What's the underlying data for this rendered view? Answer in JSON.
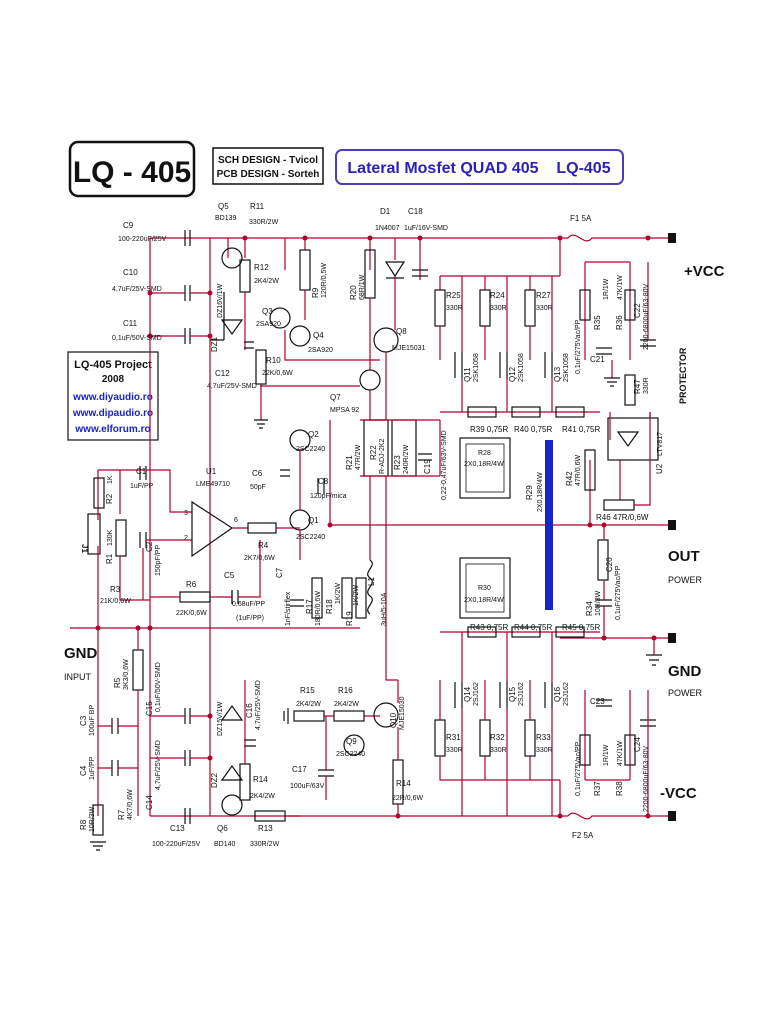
{
  "title_box": "LQ - 405",
  "credits": [
    "SCH DESIGN - Tvicol",
    "PCB DESIGN - Sorteh"
  ],
  "banner": "Lateral Mosfet QUAD 405    LQ-405",
  "project": {
    "line1": "LQ-405  Project",
    "line2": "2008",
    "links": [
      "www.diyaudio.ro",
      "www.dipaudio.ro",
      "www.elforum.ro"
    ]
  },
  "terminals": {
    "vcc_pos": "+VCC",
    "vcc_neg": "-VCC",
    "out": "OUT",
    "out_sub": "POWER",
    "gnd_power": "GND",
    "gnd_power_sub": "POWER",
    "gnd_input": "GND",
    "gnd_input_sub": "INPUT",
    "protector": "PROTECTOR",
    "input_connector": "J1"
  },
  "components": {
    "C9": [
      "C9",
      "100-220uF/25V"
    ],
    "C10": [
      "C10",
      "4,7uF/25V-SMD"
    ],
    "C11": [
      "C11",
      "0,1uF/50V-SMD"
    ],
    "Q5": [
      "Q5",
      "BD139"
    ],
    "R11": [
      "R11",
      "330R/2W"
    ],
    "R12": [
      "R12",
      "2K4/2W"
    ],
    "R9": [
      "R9",
      "120R/0,5W"
    ],
    "DZ1": "DZ1",
    "DZ16": "DZ16V/1W",
    "C12": [
      "C12",
      "4,7uF/25V-SMD"
    ],
    "Q3": [
      "Q3",
      "2SA920"
    ],
    "Q4": [
      "Q4",
      "2SA920"
    ],
    "R10": [
      "R10",
      "22K/0,6W"
    ],
    "D1": [
      "D1",
      "1N4007"
    ],
    "C18": [
      "C18",
      "1uF/16V-SMD"
    ],
    "R20": [
      "R20",
      "68R/1W"
    ],
    "Q8": [
      "Q8",
      "MJE15031"
    ],
    "Q7": [
      "Q7",
      "MPSA 92"
    ],
    "F1": "F1  5A",
    "F2": "F2  5A",
    "R25": [
      "R25",
      "330R"
    ],
    "R24": [
      "R24",
      "330R"
    ],
    "R27": [
      "R27",
      "330R"
    ],
    "Q11": [
      "Q11",
      "2SK1058"
    ],
    "Q12": [
      "Q12",
      "2SK1058"
    ],
    "Q13": [
      "Q13",
      "2SK1058"
    ],
    "R35": [
      "R35",
      "1R/1W"
    ],
    "R36": [
      "R36",
      "47K/1W"
    ],
    "C21": [
      "C21",
      "0,1uF/275Vac/PP"
    ],
    "C22": [
      "C22",
      "2200-6800uF/63-80V"
    ],
    "R47": [
      "R47",
      "330R"
    ],
    "U2": [
      "U2",
      "LTV817"
    ],
    "C1": [
      "C1",
      "1uF/PP"
    ],
    "R2": [
      "R2",
      "1K"
    ],
    "R1": [
      "R1",
      "130K"
    ],
    "C2": [
      "C2",
      "150pF/PP"
    ],
    "U1": [
      "U1",
      "LME49710"
    ],
    "R3": [
      "R3",
      "21K/0,6W"
    ],
    "R4": [
      "R4",
      "2K7/0,6W"
    ],
    "R6": [
      "R6",
      "22K/0,6W"
    ],
    "C5": [
      "C5",
      "0,68uF/PP",
      "(1uF/PP)"
    ],
    "C6": [
      "C6",
      "50pF"
    ],
    "C8": [
      "C8",
      "120pF/mica"
    ],
    "C7": [
      "C7",
      "1nF/stirflex"
    ],
    "Q2": [
      "Q2",
      "2SC2240"
    ],
    "Q1": [
      "Q1",
      "2SC2240"
    ],
    "R17": [
      "R17",
      "180R/0,6W"
    ],
    "R18": [
      "R18",
      "1K/2W"
    ],
    "R19": [
      "R19",
      "1K/2W"
    ],
    "R21": [
      "R21",
      "47R/2W"
    ],
    "R22": [
      "R22",
      "R-ADJ-2K2"
    ],
    "R23": [
      "R23",
      "240R/2W"
    ],
    "C19": [
      "C19",
      "0,22-0,47uF/63V-SMD"
    ],
    "L1": [
      "L1",
      "3uH/5-10A"
    ],
    "R39": "R39 0,75R",
    "R40": "R40 0,75R",
    "R41": "R41 0,75R",
    "R28": [
      "R28",
      "2X0,18R/4W"
    ],
    "R29": [
      "R29",
      "2X0,18R/4W"
    ],
    "R42": [
      "R42",
      "47R/0,6W"
    ],
    "R46": "R46 47R/0,6W",
    "C20": [
      "C20",
      "0,1uF/275Vac/PP"
    ],
    "R34": [
      "R34",
      "10R/3W"
    ],
    "R30": [
      "R30",
      "2X0,18R/4W"
    ],
    "R43": "R43 0,75R",
    "R44": "R44 0,75R",
    "R45": "R45 0,75R",
    "R5": [
      "R5",
      "3K3/0,6W"
    ],
    "C15": [
      "C15",
      "0,1uF/50V-SMD"
    ],
    "C3": [
      "C3",
      "100uF BP"
    ],
    "C4": [
      "C4",
      "1uF/PP"
    ],
    "R8": [
      "R8",
      "10R/3W"
    ],
    "R7": [
      "R7",
      "4K7/0,6W"
    ],
    "C14": [
      "C14",
      "4,7uF/25V-SMD"
    ],
    "C13": [
      "C13",
      "100-220uF/25V"
    ],
    "DZ2": "DZ2",
    "DZ15": "DZ15V/1W",
    "C16": [
      "C16",
      "4,7uF/25V-SMD"
    ],
    "R14": [
      "R14",
      "2K4/2W"
    ],
    "Q6": [
      "Q6",
      "BD140"
    ],
    "R13": [
      "R13",
      "330R/2W"
    ],
    "R15": [
      "R15",
      "2K4/2W"
    ],
    "R16": [
      "R16",
      "2K4/2W"
    ],
    "Q9": [
      "Q9",
      "2SC2240"
    ],
    "Q10": [
      "Q10",
      "MJE15030"
    ],
    "C17": [
      "C17",
      "100uF/63V"
    ],
    "R14b": [
      "R14",
      "22R/0,6W"
    ],
    "Q14": [
      "Q14",
      "2SJ162"
    ],
    "Q15": [
      "Q15",
      "2SJ162"
    ],
    "Q16": [
      "Q16",
      "2SJ162"
    ],
    "R31": [
      "R31",
      "330R"
    ],
    "R32": [
      "R32",
      "330R"
    ],
    "R33": [
      "R33",
      "330R"
    ],
    "C23": [
      "C23",
      "0,1uF/275Vac/PP"
    ],
    "R37": [
      "R37",
      "1R/1W"
    ],
    "R38": [
      "R38",
      "47K/1W"
    ],
    "C24": [
      "C24",
      "2200-6800uF/63-80V"
    ]
  },
  "colors": {
    "wire": "#b2002a",
    "link": "#1b22c8",
    "banner_border": "#4a3fb8",
    "ink": "#111111"
  }
}
